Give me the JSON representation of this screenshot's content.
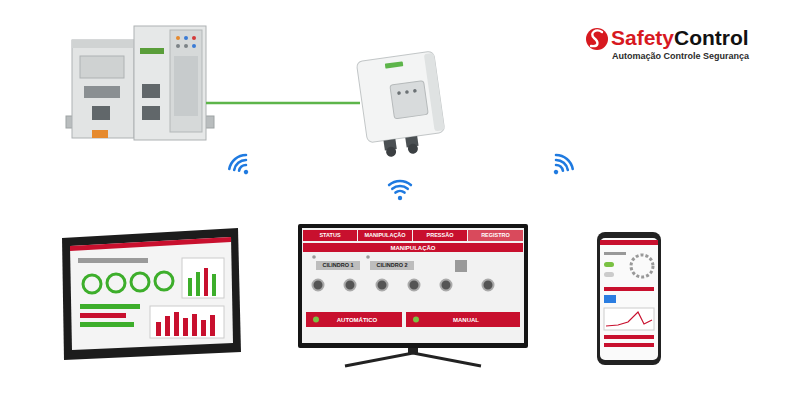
{
  "diagram": {
    "labels": [
      "Safety",
      "Control",
      "Automação Controle Segurança",
      "STATUS",
      "MANIPULAÇÃO",
      "PRESSÃO",
      "REGISTRO",
      "MANIPULAÇÃO",
      "CILINDRO 1",
      "CILINDRO 2",
      "AUTOMÁTICO",
      "MANUAL"
    ]
  }
}
